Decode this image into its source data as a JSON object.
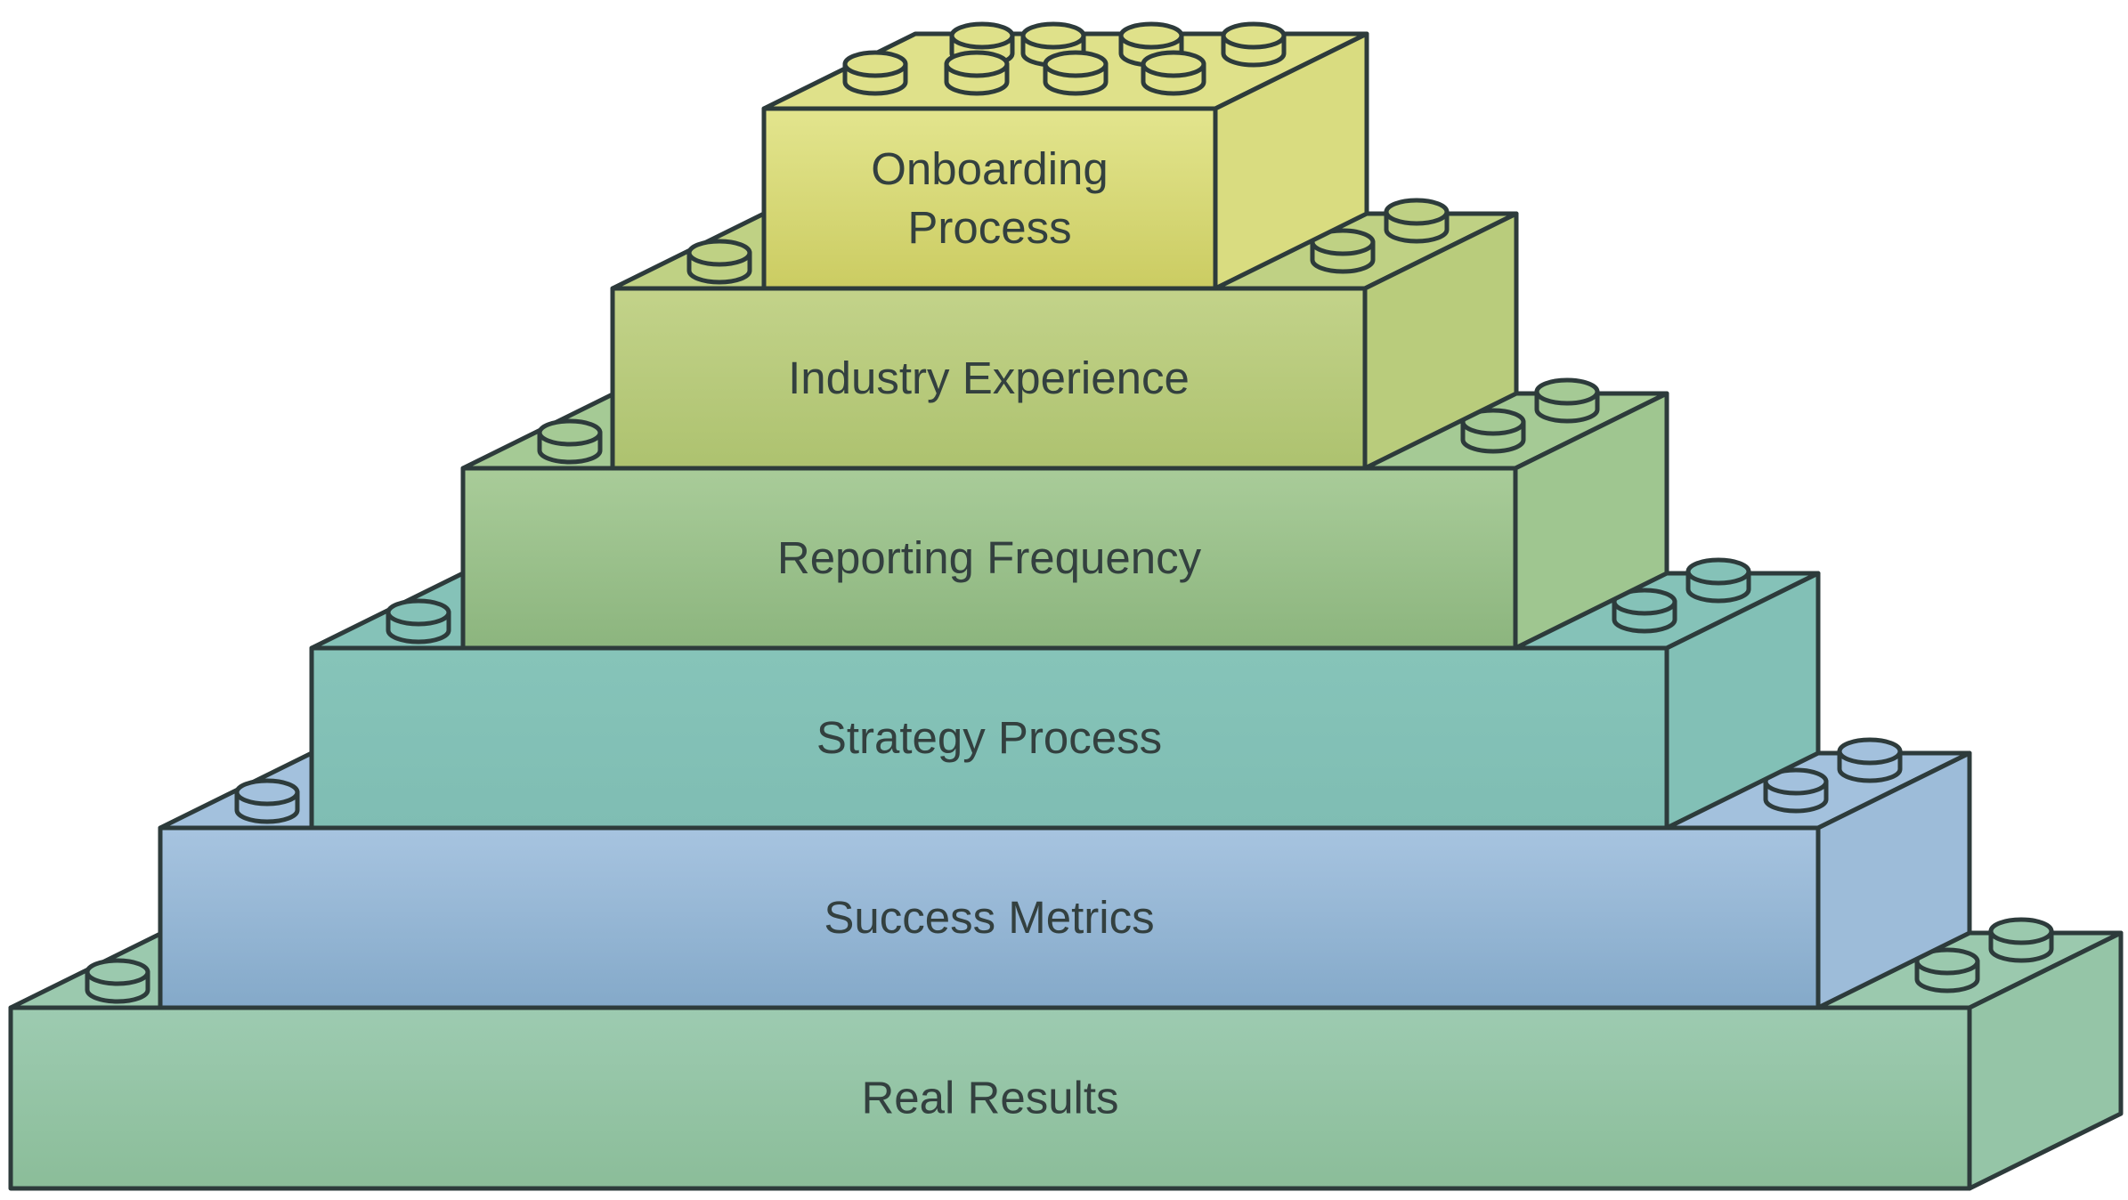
{
  "diagram": {
    "type": "stacked-brick-pyramid",
    "layers_top_to_bottom": [
      {
        "id": "onboarding",
        "label_lines": [
          "Onboarding",
          "Process"
        ],
        "color_top": "#e3e58e",
        "color_bottom": "#cbcc62",
        "color_side": "#d9dc80",
        "color_top_face": "#dfe18a"
      },
      {
        "id": "industry",
        "label_lines": [
          "Industry Experience"
        ],
        "color_top": "#c3d38a",
        "color_bottom": "#adc26f",
        "color_side": "#b9cc7c",
        "color_top_face": "#bfd184"
      },
      {
        "id": "reporting",
        "label_lines": [
          "Reporting Frequency"
        ],
        "color_top": "#a9cc99",
        "color_bottom": "#8cb57e",
        "color_side": "#9fc690",
        "color_top_face": "#a5ca95"
      },
      {
        "id": "strategy",
        "label_lines": [
          "Strategy Process"
        ],
        "color_top": "#86c4b9",
        "color_bottom": "#7fbdb3",
        "color_side": "#82c0b6",
        "color_top_face": "#85c2b8"
      },
      {
        "id": "success",
        "label_lines": [
          "Success Metrics"
        ],
        "color_top": "#a7c4e0",
        "color_bottom": "#84a9c9",
        "color_side": "#9dbcd9",
        "color_top_face": "#a3c1dd"
      },
      {
        "id": "results",
        "label_lines": [
          "Real Results"
        ],
        "color_top": "#9dcbb1",
        "color_bottom": "#8bbd99",
        "color_side": "#95c5a7",
        "color_top_face": "#9bc9ae"
      }
    ],
    "outline_color": "#2d3b3b",
    "label_color": "#33403f"
  }
}
